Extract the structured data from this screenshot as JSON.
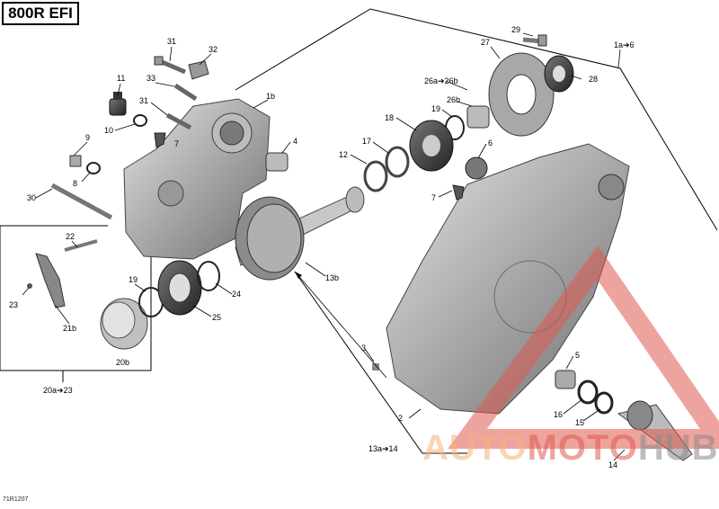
{
  "diagram": {
    "model_label": "800R EFI",
    "reference_code": "71R1207",
    "watermark": {
      "part1": "AUTO",
      "part2": "MOTO",
      "part3": "HUB"
    },
    "callouts": [
      {
        "id": "c31a",
        "text": "31"
      },
      {
        "id": "c32",
        "text": "32"
      },
      {
        "id": "c11",
        "text": "11"
      },
      {
        "id": "c33",
        "text": "33"
      },
      {
        "id": "c31b",
        "text": "31"
      },
      {
        "id": "c1b",
        "text": "1b"
      },
      {
        "id": "c10",
        "text": "10"
      },
      {
        "id": "c7a",
        "text": "7"
      },
      {
        "id": "c9",
        "text": "9"
      },
      {
        "id": "c4",
        "text": "4"
      },
      {
        "id": "c8",
        "text": "8"
      },
      {
        "id": "c30",
        "text": "30"
      },
      {
        "id": "c22",
        "text": "22"
      },
      {
        "id": "c23",
        "text": "23"
      },
      {
        "id": "c21b",
        "text": "21b"
      },
      {
        "id": "c19a",
        "text": "19"
      },
      {
        "id": "c24",
        "text": "24"
      },
      {
        "id": "c25",
        "text": "25"
      },
      {
        "id": "c20b",
        "text": "20b"
      },
      {
        "id": "c13b",
        "text": "13b"
      },
      {
        "id": "c20a23",
        "text": "20a➔23"
      },
      {
        "id": "c29",
        "text": "29"
      },
      {
        "id": "c27",
        "text": "27"
      },
      {
        "id": "c1a6",
        "text": "1a➔6"
      },
      {
        "id": "c26a26b",
        "text": "26a➔26b"
      },
      {
        "id": "c28",
        "text": "28"
      },
      {
        "id": "c26b",
        "text": "26b"
      },
      {
        "id": "c18",
        "text": "18"
      },
      {
        "id": "c19b",
        "text": "19"
      },
      {
        "id": "c17",
        "text": "17"
      },
      {
        "id": "c6",
        "text": "6"
      },
      {
        "id": "c12",
        "text": "12"
      },
      {
        "id": "c7b",
        "text": "7"
      },
      {
        "id": "c3",
        "text": "3"
      },
      {
        "id": "c5",
        "text": "5"
      },
      {
        "id": "c2",
        "text": "2"
      },
      {
        "id": "c16",
        "text": "16"
      },
      {
        "id": "c15",
        "text": "15"
      },
      {
        "id": "c13a14",
        "text": "13a➔14"
      },
      {
        "id": "c14",
        "text": "14"
      }
    ]
  }
}
